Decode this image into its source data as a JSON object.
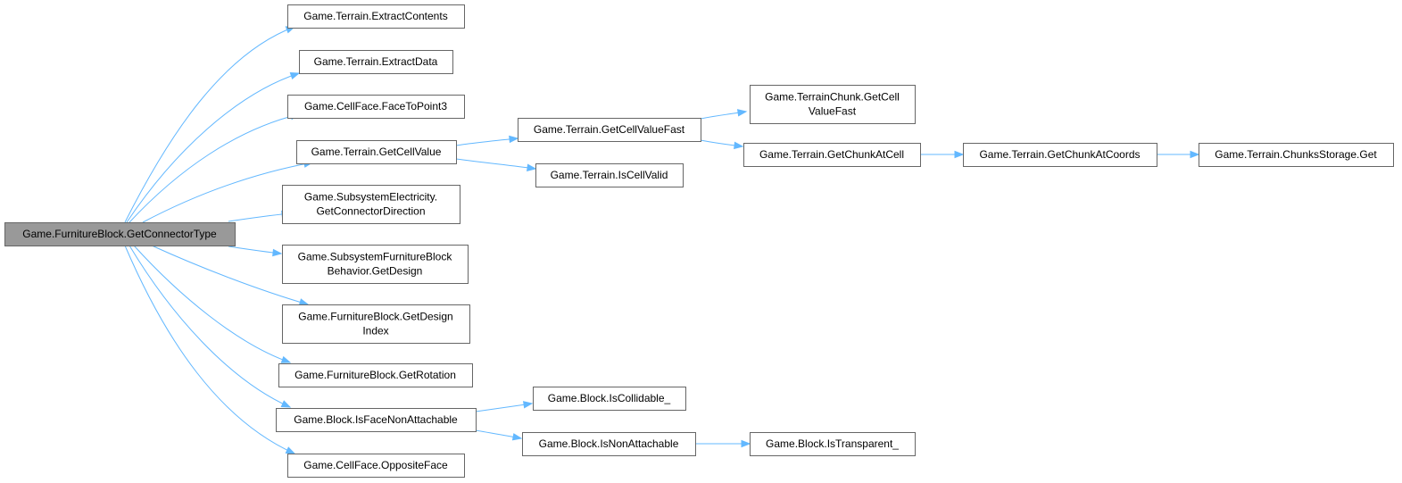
{
  "graph": {
    "edge_color": "#63b8ff",
    "root_fill": "#999999",
    "node_fill": "#ffffff",
    "node_border": "#666666",
    "nodes": [
      {
        "id": "root",
        "lines": [
          "Game.FurnitureBlock.GetConnectorType"
        ],
        "root": true
      },
      {
        "id": "extractContents",
        "lines": [
          "Game.Terrain.ExtractContents"
        ]
      },
      {
        "id": "extractData",
        "lines": [
          "Game.Terrain.ExtractData"
        ]
      },
      {
        "id": "faceToPoint3",
        "lines": [
          "Game.CellFace.FaceToPoint3"
        ]
      },
      {
        "id": "getCellValue",
        "lines": [
          "Game.Terrain.GetCellValue"
        ]
      },
      {
        "id": "getConnectorDirection",
        "lines": [
          "Game.SubsystemElectricity.",
          "GetConnectorDirection"
        ]
      },
      {
        "id": "getDesign",
        "lines": [
          "Game.SubsystemFurnitureBlock",
          "Behavior.GetDesign"
        ]
      },
      {
        "id": "getDesignIndex",
        "lines": [
          "Game.FurnitureBlock.GetDesign",
          "Index"
        ]
      },
      {
        "id": "getRotation",
        "lines": [
          "Game.FurnitureBlock.GetRotation"
        ]
      },
      {
        "id": "isFaceNonAttachable",
        "lines": [
          "Game.Block.IsFaceNonAttachable"
        ]
      },
      {
        "id": "oppositeFace",
        "lines": [
          "Game.CellFace.OppositeFace"
        ]
      },
      {
        "id": "getCellValueFast",
        "lines": [
          "Game.Terrain.GetCellValueFast"
        ]
      },
      {
        "id": "isCellValid",
        "lines": [
          "Game.Terrain.IsCellValid"
        ]
      },
      {
        "id": "chunkGetCellValueFast",
        "lines": [
          "Game.TerrainChunk.GetCell",
          "ValueFast"
        ]
      },
      {
        "id": "getChunkAtCell",
        "lines": [
          "Game.Terrain.GetChunkAtCell"
        ]
      },
      {
        "id": "getChunkAtCoords",
        "lines": [
          "Game.Terrain.GetChunkAtCoords"
        ]
      },
      {
        "id": "chunksStorageGet",
        "lines": [
          "Game.Terrain.ChunksStorage.Get"
        ]
      },
      {
        "id": "isCollidable",
        "lines": [
          "Game.Block.IsCollidable_"
        ]
      },
      {
        "id": "isNonAttachable",
        "lines": [
          "Game.Block.IsNonAttachable"
        ]
      },
      {
        "id": "isTransparent",
        "lines": [
          "Game.Block.IsTransparent_"
        ]
      }
    ],
    "edges": [
      {
        "from": "root",
        "to": "extractContents"
      },
      {
        "from": "root",
        "to": "extractData"
      },
      {
        "from": "root",
        "to": "faceToPoint3"
      },
      {
        "from": "root",
        "to": "getCellValue"
      },
      {
        "from": "root",
        "to": "getConnectorDirection"
      },
      {
        "from": "root",
        "to": "getDesign"
      },
      {
        "from": "root",
        "to": "getDesignIndex"
      },
      {
        "from": "root",
        "to": "getRotation"
      },
      {
        "from": "root",
        "to": "isFaceNonAttachable"
      },
      {
        "from": "root",
        "to": "oppositeFace"
      },
      {
        "from": "getCellValue",
        "to": "getCellValueFast"
      },
      {
        "from": "getCellValue",
        "to": "isCellValid"
      },
      {
        "from": "getCellValueFast",
        "to": "chunkGetCellValueFast"
      },
      {
        "from": "getCellValueFast",
        "to": "getChunkAtCell"
      },
      {
        "from": "getChunkAtCell",
        "to": "getChunkAtCoords"
      },
      {
        "from": "getChunkAtCoords",
        "to": "chunksStorageGet"
      },
      {
        "from": "isFaceNonAttachable",
        "to": "isCollidable"
      },
      {
        "from": "isFaceNonAttachable",
        "to": "isNonAttachable"
      },
      {
        "from": "isNonAttachable",
        "to": "isTransparent"
      }
    ]
  }
}
